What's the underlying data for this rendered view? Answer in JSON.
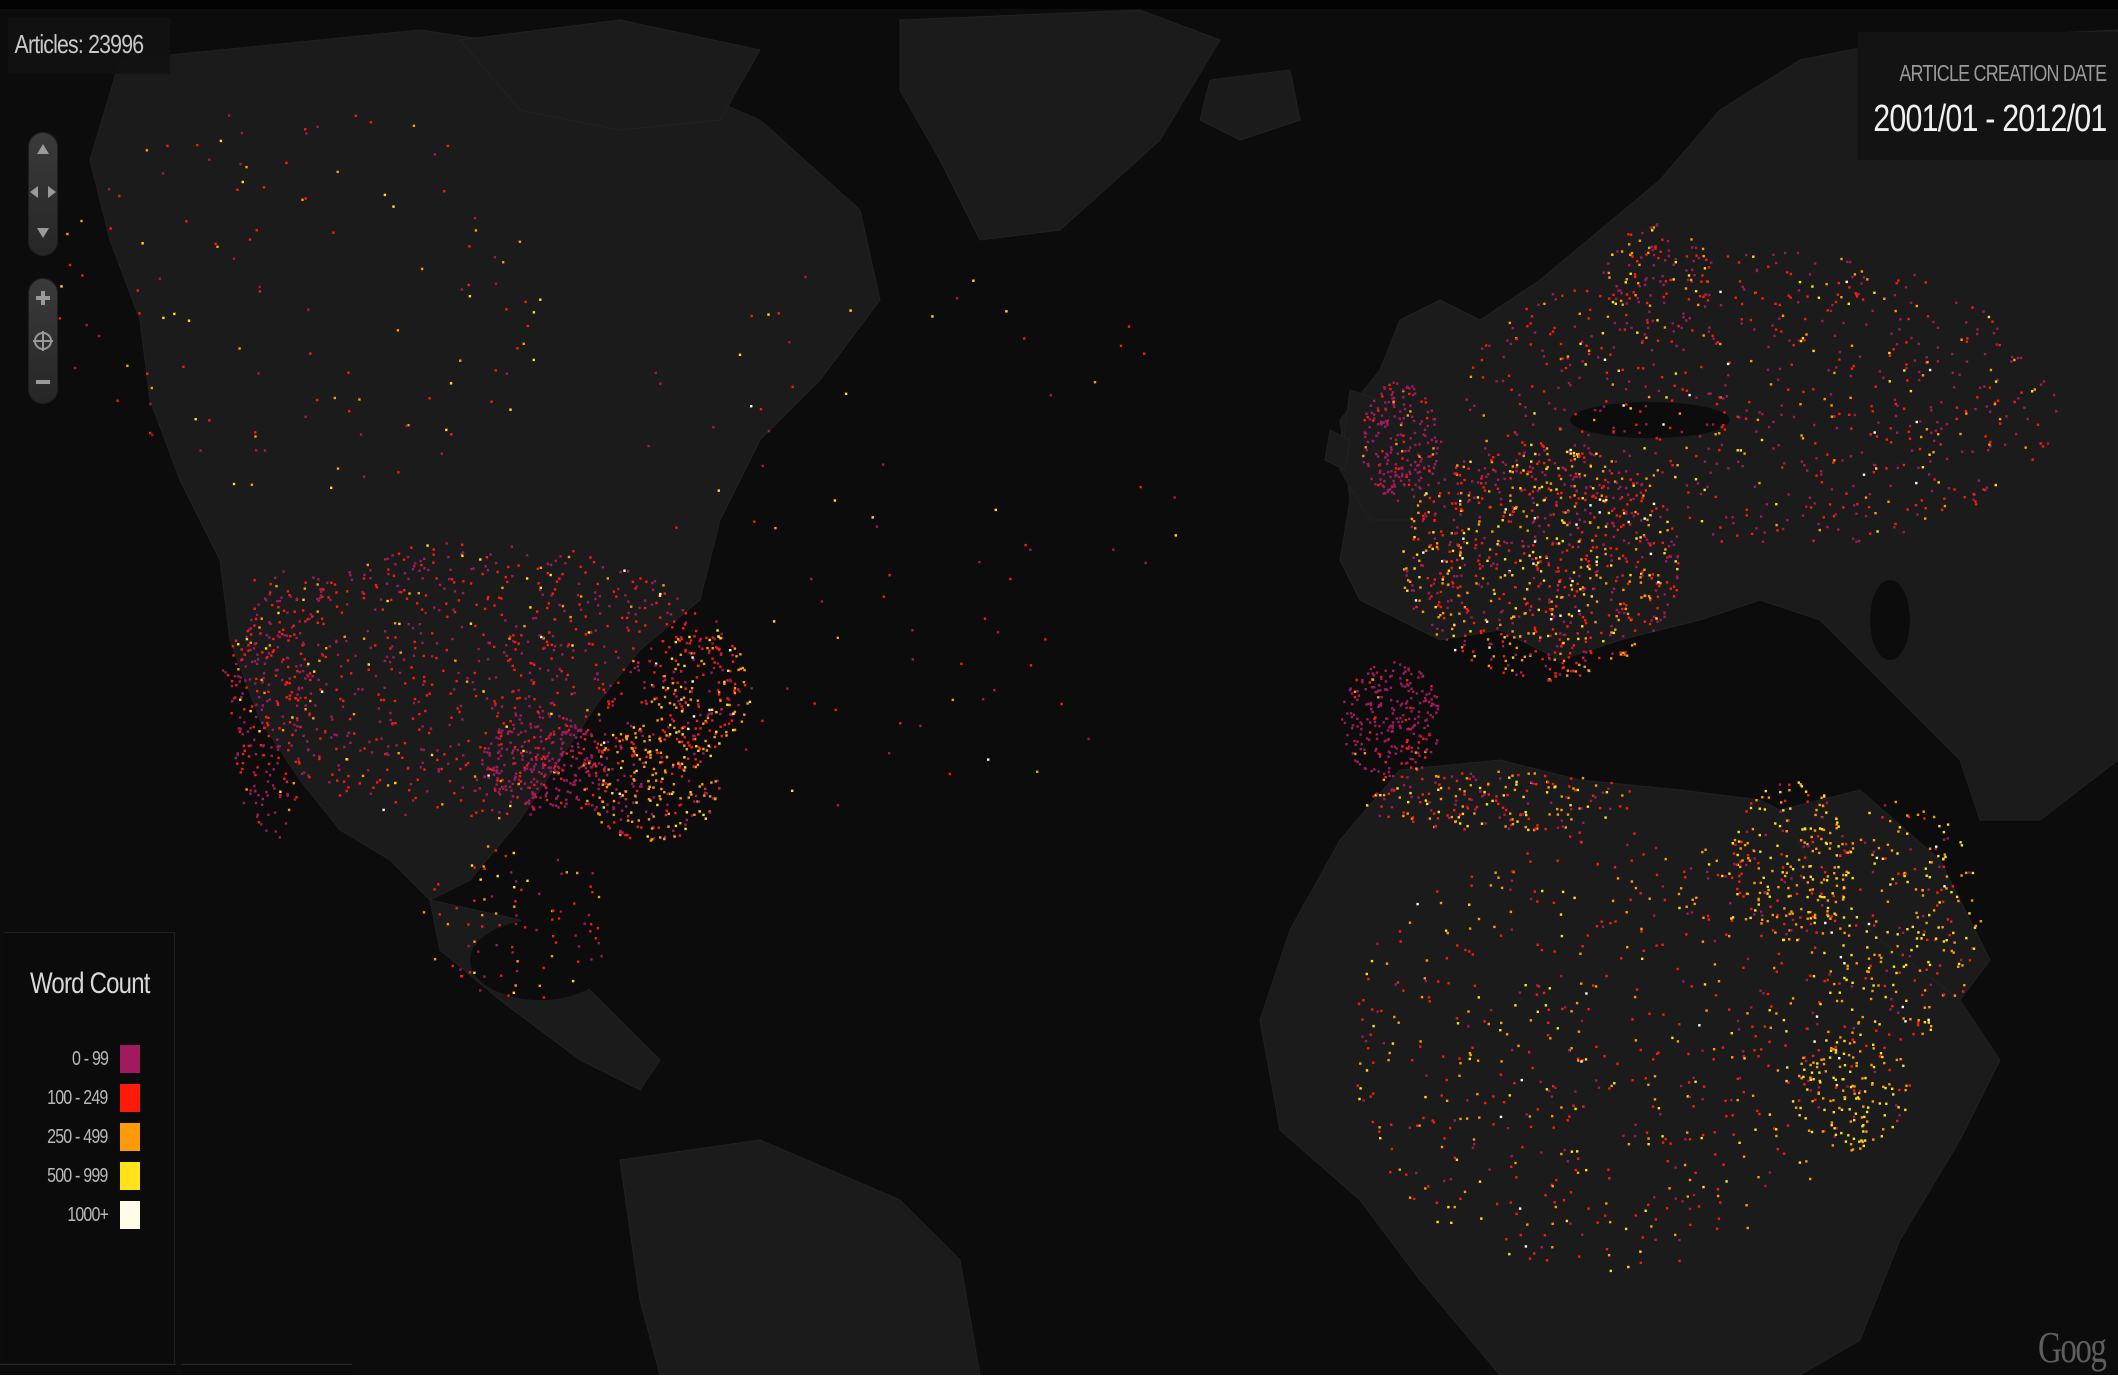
{
  "articles": {
    "label": "Articles: 23996"
  },
  "date_panel": {
    "label": "ARTICLE CREATION DATE",
    "range": "2001/01 - 2012/01"
  },
  "map_controls": {
    "pan": [
      "pan-up",
      "pan-left",
      "pan-right",
      "pan-down"
    ],
    "zoom": [
      "zoom-in",
      "recenter",
      "zoom-out"
    ],
    "icons": {
      "up": "triangle-up-icon",
      "left": "triangle-left-icon",
      "right": "triangle-right-icon",
      "down": "triangle-down-icon",
      "plus": "plus-icon",
      "center": "crosshair-icon",
      "minus": "minus-icon"
    }
  },
  "legend": {
    "title": "Word Count",
    "items": [
      {
        "label": "0 - 99",
        "color": "#a01a5c"
      },
      {
        "label": "100 - 249",
        "color": "#ff1a0a"
      },
      {
        "label": "250 - 499",
        "color": "#ff9a0a"
      },
      {
        "label": "500 - 999",
        "color": "#ffe21a"
      },
      {
        "label": "1000+",
        "color": "#fffde8"
      }
    ]
  },
  "attribution": {
    "text": "Goog"
  },
  "colors": {
    "background": "#0c0c0c",
    "land": "#1c1c1c",
    "ocean": "#0c0c0c"
  }
}
